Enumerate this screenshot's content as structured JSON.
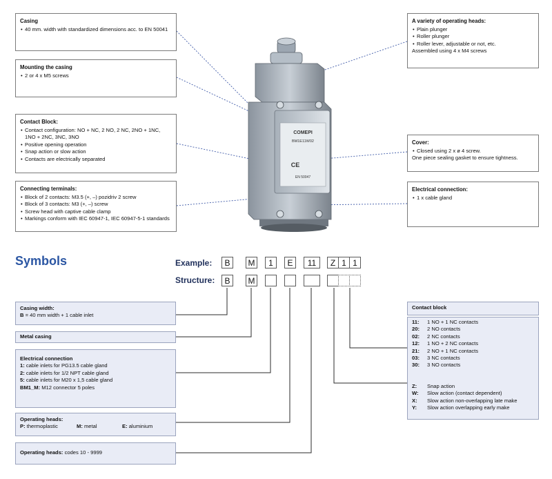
{
  "casing": {
    "title": "Casing",
    "items": [
      "40 mm. width with standardized dimensions acc. to EN 50041"
    ]
  },
  "mounting": {
    "title": "Mounting the casing",
    "items": [
      "2 or 4 x M5 screws"
    ]
  },
  "contact_block_desc": {
    "title": "Contact Block:",
    "items": [
      "Contact configuration: NO + NC, 2 NO, 2 NC, 2NO + 1NC,",
      "Positive opening operation",
      "Snap action or slow action",
      "Contacts are electrically separated"
    ],
    "continuation": "1NO + 2NC, 3NC, 3NO"
  },
  "terminals": {
    "title": "Connecting terminals:",
    "items": [
      "Block of 2 contacts: M3.5 (+, –) pozidriv 2 screw",
      "Block of 3 contacts: M3  (+, –) screw",
      "Screw head with captive cable clamp",
      "Markings conform with IEC 60947-1, IEC 60947-5-1 standards"
    ]
  },
  "heads": {
    "title": "A variety of operating heads:",
    "items": [
      "Plain plunger",
      "Roller plunger",
      "Roller lever, adjustable or not, etc."
    ],
    "extra": "Assembled using 4 x M4 screws"
  },
  "cover": {
    "title": "Cover:",
    "items": [
      "Closed using 2 x ø 4 screw."
    ],
    "extra": "One piece sealing gasket to ensure tightness."
  },
  "electrical": {
    "title": "Electrical connection:",
    "items": [
      "1 x cable gland"
    ]
  },
  "product": {
    "brand": "COMEPI",
    "model": "BM1E11W02",
    "standard": "EN 50047",
    "mark": "CE"
  },
  "symbols": {
    "title": "Symbols",
    "example_label": "Example:",
    "structure_label": "Structure:",
    "example": [
      "B",
      "M",
      "1",
      "E",
      "11",
      "Z",
      "1",
      "1"
    ],
    "structure": [
      "B",
      "M",
      "",
      "",
      "",
      "",
      "",
      ""
    ]
  },
  "legend": {
    "casing_width": {
      "title": "Casing width:",
      "key": "B",
      "text": " = 40 mm width + 1 cable inlet"
    },
    "metal_casing": {
      "title": "Metal casing"
    },
    "electrical_connection": {
      "title": "Electrical connection",
      "rows": [
        {
          "key": "1:",
          "text": " cable inlets for PG13.5 cable gland"
        },
        {
          "key": "2:",
          "text": " cable inlets for 1/2 NPT cable gland"
        },
        {
          "key": "5:",
          "text": " cable inlets for M20 x 1,5 cable gland"
        },
        {
          "key": "BM1_M:",
          "text": " M12 connector 5 poles"
        }
      ]
    },
    "operating_heads_material": {
      "title": "Operating heads:",
      "options": [
        {
          "key": "P:",
          "text": " thermoplastic"
        },
        {
          "key": "M:",
          "text": " metal"
        },
        {
          "key": "E:",
          "text": " aluminium"
        }
      ]
    },
    "operating_heads_codes": {
      "title": "Operating heads:",
      "text": " codes 10 - 9999"
    }
  },
  "contact_block_table": {
    "title": "Contact block",
    "contacts": [
      {
        "code": "11:",
        "desc": "1 NO + 1 NC contacts"
      },
      {
        "code": "20:",
        "desc": "2 NO contacts"
      },
      {
        "code": "02:",
        "desc": "2 NC contacts"
      },
      {
        "code": "12:",
        "desc": "1 NO + 2 NC contacts"
      },
      {
        "code": "21:",
        "desc": "2 NO + 1 NC contacts"
      },
      {
        "code": "03:",
        "desc": "3 NC contacts"
      },
      {
        "code": "30:",
        "desc": "3 NO contacts"
      }
    ],
    "actions": [
      {
        "code": "Z:",
        "desc": "Snap action"
      },
      {
        "code": "W:",
        "desc": "Slow action (contact dependent)"
      },
      {
        "code": "X:",
        "desc": "Slow action non-overlapping late make"
      },
      {
        "code": "Y:",
        "desc": "Slow action overlapping early make"
      }
    ]
  }
}
